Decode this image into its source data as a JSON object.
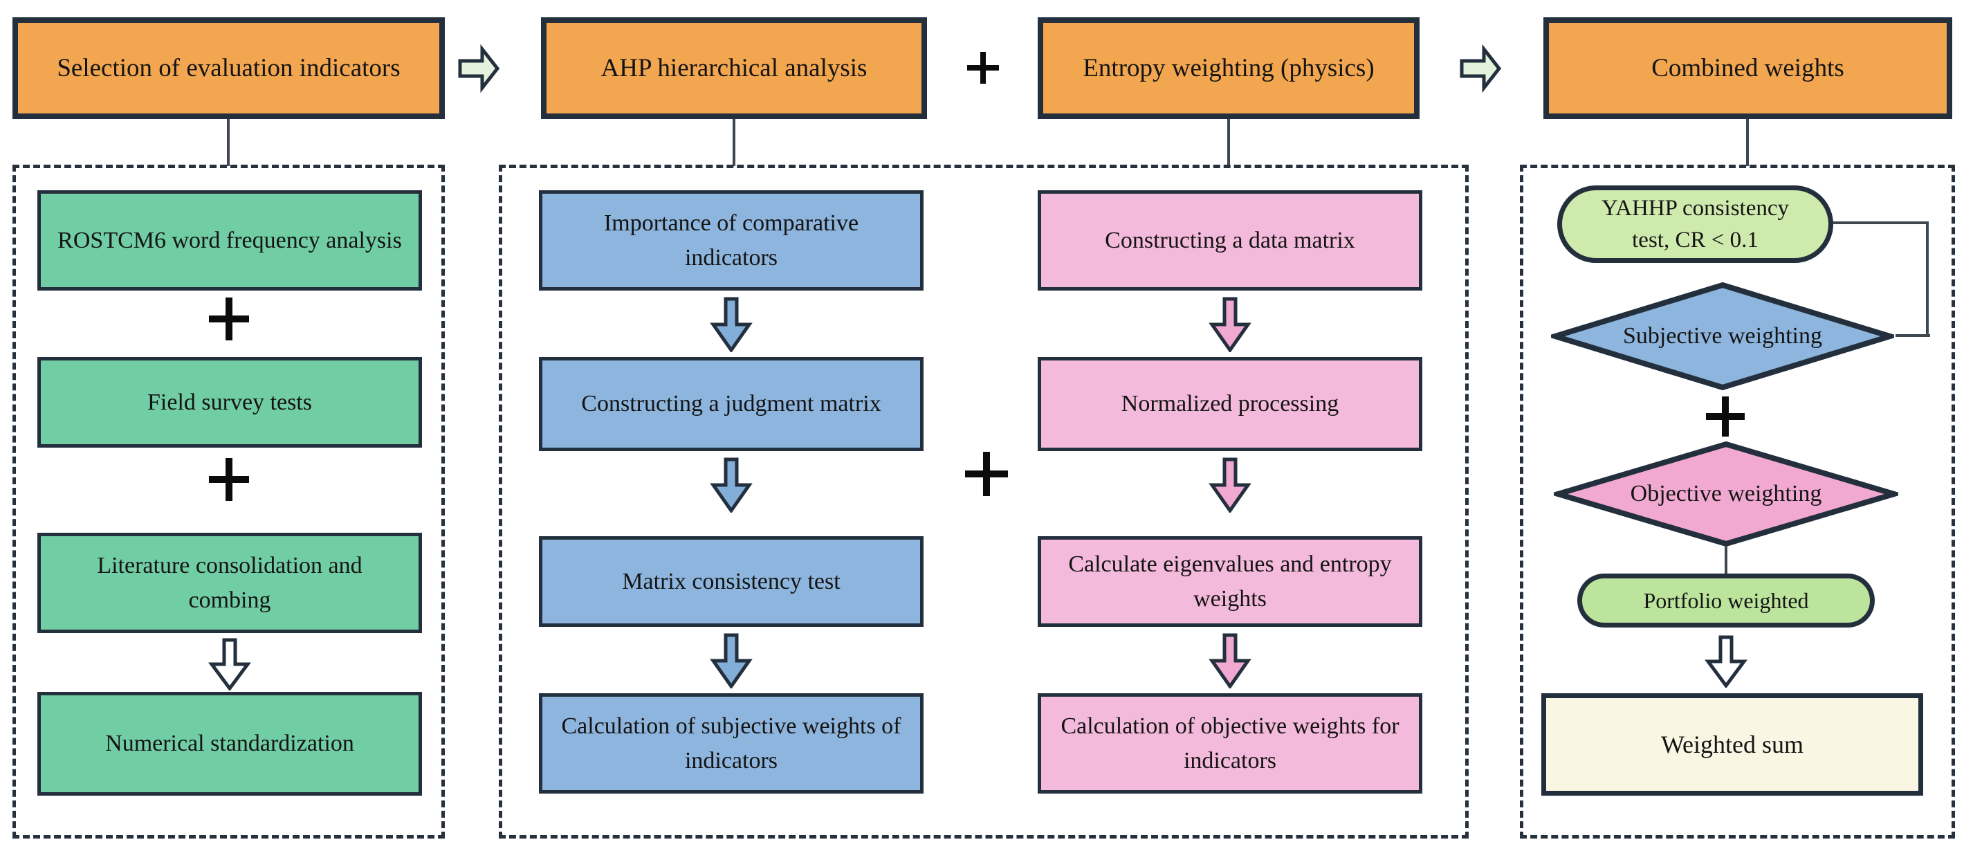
{
  "top": {
    "box1": "Selection of evaluation indicators",
    "box2": "AHP hierarchical analysis",
    "box3": "Entropy weighting (physics)",
    "box4": "Combined weights",
    "plus": "+"
  },
  "left_column": {
    "box1": "ROSTCM6 word frequency analysis",
    "plus1": "+",
    "box2": "Field survey tests",
    "plus2": "+",
    "box3": "Literature consolidation and combing",
    "box4": "Numerical standardization"
  },
  "ahp_column": {
    "box1": "Importance of comparative indicators",
    "box2": "Constructing a judgment matrix",
    "box3": "Matrix consistency test",
    "box4": "Calculation of subjective weights of indicators"
  },
  "middle_plus": "+",
  "entropy_column": {
    "box1": "Constructing a data matrix",
    "box2": "Normalized processing",
    "box3": "Calculate eigenvalues and entropy weights",
    "box4": "Calculation of objective weights for indicators"
  },
  "combined_column": {
    "consistency": "YAHHP consistency test, CR < 0.1",
    "subjective": "Subjective weighting",
    "plus": "+",
    "objective": "Objective weighting",
    "portfolio": "Portfolio weighted",
    "weighted_sum": "Weighted sum"
  },
  "colors": {
    "border_dark": "#232f3d",
    "orange": "#f3a650",
    "green": "#71cda4",
    "blue": "#8db5dd",
    "pink": "#f4badb",
    "blue_arrow": "#84aeda",
    "pink_arrow": "#f1a9d1",
    "pale_green_arrow": "#e4f2dd",
    "white_arrow": "#ffffff",
    "light_green": "#cfeaad",
    "mid_green": "#bce49c",
    "cream": "#faf6e4",
    "line": "#3f474f",
    "text": "#141414"
  }
}
